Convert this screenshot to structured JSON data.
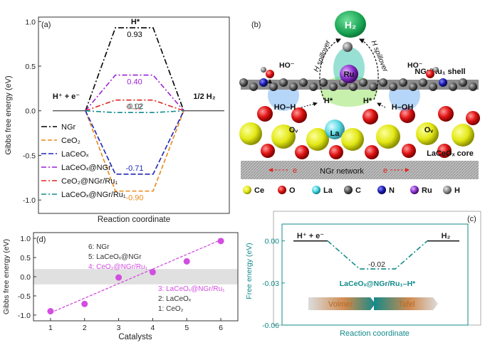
{
  "chart_data": [
    {
      "panel": "(a)",
      "type": "line",
      "ylabel": "Gibbs free energy (eV)",
      "xlabel": "Reaction coordinate",
      "ylim": [
        -1.15,
        1.05
      ],
      "yticks": [
        "1.0",
        "0.5",
        "0.0",
        "-0.5",
        "-1.0"
      ],
      "yticks_values": [
        1.0,
        0.5,
        0.0,
        -0.5,
        -1.0
      ],
      "state_labels": [
        "H⁺ + e⁻",
        "H*",
        "1/2 H₂"
      ],
      "state_values": [
        0,
        null,
        0
      ],
      "legend_position": "bottom-left",
      "series": [
        {
          "name": "NGr",
          "value": 0.93,
          "label": "0.93",
          "color": "#000000"
        },
        {
          "name": "CeO₂",
          "value": -0.9,
          "label": "-0.90",
          "color": "#e8891a"
        },
        {
          "name": "LaCeOₓ",
          "value": -0.71,
          "label": "-0.71",
          "color": "#1f24b8"
        },
        {
          "name": "LaCeOₓ@NGr",
          "value": 0.4,
          "label": "0.40",
          "color": "#9b1fd6"
        },
        {
          "name": "CeO₂@NGr/Ru₁",
          "value": 0.12,
          "label": "0.12",
          "color": "#e0251f"
        },
        {
          "name": "LaCeOₓ@NGr/Ru₁",
          "value": -0.02,
          "label": "-0.02",
          "color": "#138a8a"
        }
      ]
    },
    {
      "panel": "(d)",
      "type": "scatter",
      "xlabel": "Catalysts",
      "ylabel": "Gibbs free energy (eV)",
      "xlim": [
        0.5,
        6.5
      ],
      "ylim": [
        -1.15,
        1.15
      ],
      "xticks": [
        "1",
        "2",
        "3",
        "4",
        "5",
        "6"
      ],
      "yticks": [
        "1.0",
        "0.5",
        "0.0",
        "-0.5",
        "-1.0"
      ],
      "yticks_values": [
        1.0,
        0.5,
        0.0,
        -0.5,
        -1.0
      ],
      "x": [
        1,
        2,
        3,
        4,
        5,
        6
      ],
      "y": [
        -0.9,
        -0.71,
        -0.02,
        0.12,
        0.4,
        0.93
      ],
      "trend_line": [
        -0.94,
        0.96
      ],
      "shaded_band": [
        -0.2,
        0.2
      ],
      "marker_color": "#d24ee0",
      "catalyst_labels": [
        {
          "text": "6: NGr",
          "color": "#333333"
        },
        {
          "text": "5: LaCeOₓ@NGr",
          "color": "#333333"
        },
        {
          "text": "4: CeO₂@NGr/Ru₁",
          "color": "#d24ee0"
        },
        {
          "text": "3: LaCeOₓ@NGr/Ru₁",
          "color": "#d24ee0"
        },
        {
          "text": "2: LaCeOₓ",
          "color": "#333333"
        },
        {
          "text": "1: CeO₂",
          "color": "#333333"
        }
      ]
    },
    {
      "panel": "(c)",
      "type": "line",
      "xlabel": "Reaction coordinate",
      "ylabel": "Free energy (eV)",
      "ylim": [
        -0.06,
        0.012
      ],
      "yticks": [
        "0.00",
        "-0.03",
        "-0.06"
      ],
      "yticks_values": [
        0.0,
        -0.03,
        -0.06
      ],
      "levels": [
        0.0,
        -0.02,
        0.0
      ],
      "state_labels": [
        "H⁺ + e⁻",
        "-0.02",
        "H₂"
      ],
      "series_label": "LaCeOₓ@NGr/Ru₁–H*",
      "steps": [
        "Volmer",
        "Tafel"
      ],
      "color": "#138a8a"
    }
  ],
  "structure_b": {
    "panel": "(b)",
    "h2_label": "H₂",
    "spillover_left": "H spillover",
    "spillover_right": "H spillover",
    "ru_label": "Ru",
    "shell_label": "NGr/Ru₁ shell",
    "core_label": "LaCeOₓ core",
    "network_label": "NGr network",
    "ho_minus_left": "HO⁻",
    "ho_minus_right": "HO⁻",
    "hoh_left": "HO–H",
    "hoh_right": "H–OH",
    "h_star_left": "H*",
    "h_star_right": "H*",
    "ov_left": "Oᵥ",
    "ov_right": "Oᵥ",
    "la_label": "La",
    "electron_left": "e",
    "electron_right": "e",
    "legend": [
      {
        "label": "Ce",
        "color": "#e6ec16"
      },
      {
        "label": "O",
        "color": "#e01616"
      },
      {
        "label": "La",
        "color": "#3fd2df"
      },
      {
        "label": "C",
        "color": "#5a5a5a"
      },
      {
        "label": "N",
        "color": "#1b1bb0"
      },
      {
        "label": "Ru",
        "color": "#8a2fc8"
      },
      {
        "label": "H",
        "color": "#a8a8a8"
      }
    ]
  }
}
